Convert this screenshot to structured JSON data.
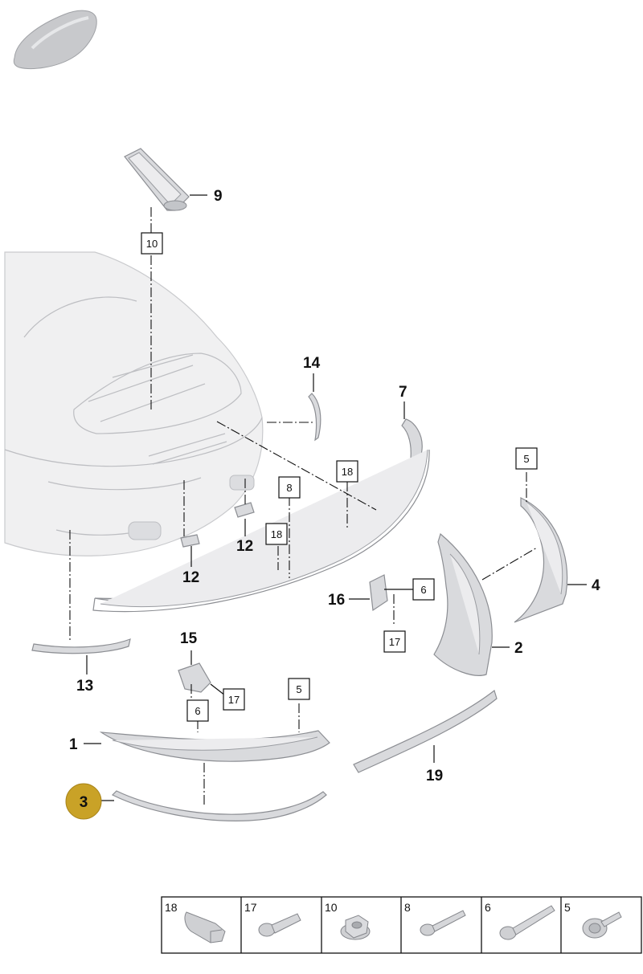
{
  "callouts": {
    "c1": "1",
    "c2": "2",
    "c3": "3",
    "c4": "4",
    "c5a": "5",
    "c5b": "5",
    "c6a": "6",
    "c6b": "6",
    "c7": "7",
    "c8": "8",
    "c9": "9",
    "c10": "10",
    "c12a": "12",
    "c12b": "12",
    "c13": "13",
    "c14": "14",
    "c15": "15",
    "c16": "16",
    "c17a": "17",
    "c17b": "17",
    "c18a": "18",
    "c18b": "18",
    "c19": "19"
  },
  "highlight": {
    "label": "3",
    "color": "#c9a227"
  },
  "fastener_table": [
    "18",
    "17",
    "10",
    "8",
    "6",
    "5"
  ],
  "colors": {
    "part_fill": "#d9dadd",
    "car_fill": "#f0f0f1",
    "line": "#111111"
  },
  "icons": [
    "car-silhouette-icon",
    "rounded-clip-icon",
    "bolt-icon",
    "flange-nut-icon",
    "screw-icon",
    "washer-bolt-icon"
  ]
}
